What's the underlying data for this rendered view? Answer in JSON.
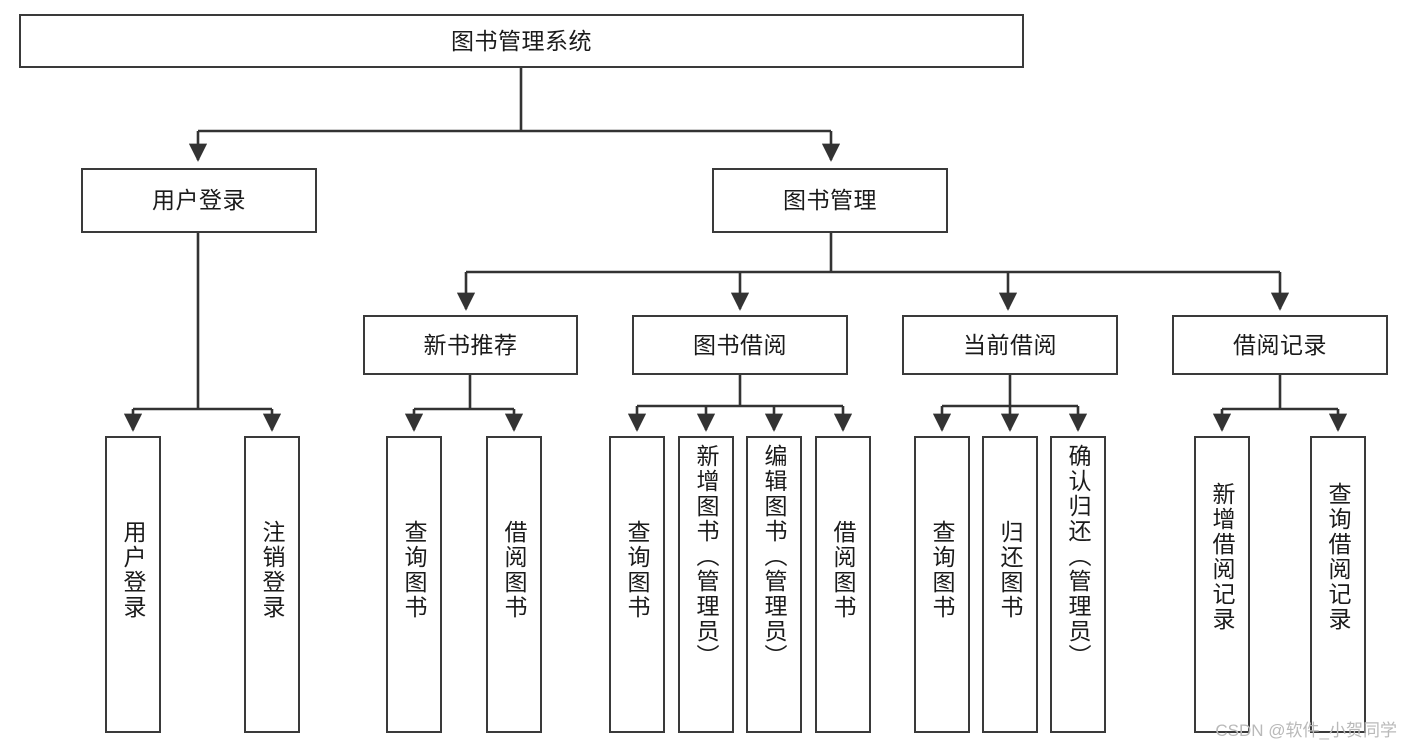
{
  "diagram": {
    "title": "图书管理系统",
    "type": "tree",
    "watermark": "CSDN @软件_小贺同学",
    "colors": {
      "box_border": "#3a3a3a",
      "box_fill": "#ffffff",
      "edge": "#333333",
      "text": "#1b1b1b",
      "watermark": "#b9b9b9"
    },
    "nodes": {
      "root": {
        "label": "图书管理系统",
        "level": 1
      },
      "user_login": {
        "label": "用户登录",
        "level": 2
      },
      "book_manage": {
        "label": "图书管理",
        "level": 2
      },
      "new_book_rec": {
        "label": "新书推荐",
        "level": 3
      },
      "book_borrow": {
        "label": "图书借阅",
        "level": 3
      },
      "current_borrow": {
        "label": "当前借阅",
        "level": 3
      },
      "borrow_record": {
        "label": "借阅记录",
        "level": 3
      },
      "leaf_user_login": {
        "label": "用户登录",
        "level": 4
      },
      "leaf_logout": {
        "label": "注销登录",
        "level": 4
      },
      "leaf_query_book_1": {
        "label": "查询图书",
        "level": 4
      },
      "leaf_borrow_book_1": {
        "label": "借阅图书",
        "level": 4
      },
      "leaf_query_book_2": {
        "label": "查询图书",
        "level": 4
      },
      "leaf_add_book": {
        "label": "新增图书（管理员）",
        "level": 4
      },
      "leaf_edit_book": {
        "label": "编辑图书（管理员）",
        "level": 4
      },
      "leaf_borrow_book_2": {
        "label": "借阅图书",
        "level": 4
      },
      "leaf_query_book_3": {
        "label": "查询图书",
        "level": 4
      },
      "leaf_return_book": {
        "label": "归还图书",
        "level": 4
      },
      "leaf_confirm_return": {
        "label": "确认归还（管理员）",
        "level": 4
      },
      "leaf_add_record": {
        "label": "新增借阅记录",
        "level": 4
      },
      "leaf_query_record": {
        "label": "查询借阅记录",
        "level": 4
      }
    },
    "edges": [
      {
        "from": "root",
        "to": "user_login"
      },
      {
        "from": "root",
        "to": "book_manage"
      },
      {
        "from": "user_login",
        "to": "leaf_user_login"
      },
      {
        "from": "user_login",
        "to": "leaf_logout"
      },
      {
        "from": "book_manage",
        "to": "new_book_rec"
      },
      {
        "from": "book_manage",
        "to": "book_borrow"
      },
      {
        "from": "book_manage",
        "to": "current_borrow"
      },
      {
        "from": "book_manage",
        "to": "borrow_record"
      },
      {
        "from": "new_book_rec",
        "to": "leaf_query_book_1"
      },
      {
        "from": "new_book_rec",
        "to": "leaf_borrow_book_1"
      },
      {
        "from": "book_borrow",
        "to": "leaf_query_book_2"
      },
      {
        "from": "book_borrow",
        "to": "leaf_add_book"
      },
      {
        "from": "book_borrow",
        "to": "leaf_edit_book"
      },
      {
        "from": "book_borrow",
        "to": "leaf_borrow_book_2"
      },
      {
        "from": "current_borrow",
        "to": "leaf_query_book_3"
      },
      {
        "from": "current_borrow",
        "to": "leaf_return_book"
      },
      {
        "from": "current_borrow",
        "to": "leaf_confirm_return"
      },
      {
        "from": "borrow_record",
        "to": "leaf_add_record"
      },
      {
        "from": "borrow_record",
        "to": "leaf_query_record"
      }
    ]
  }
}
